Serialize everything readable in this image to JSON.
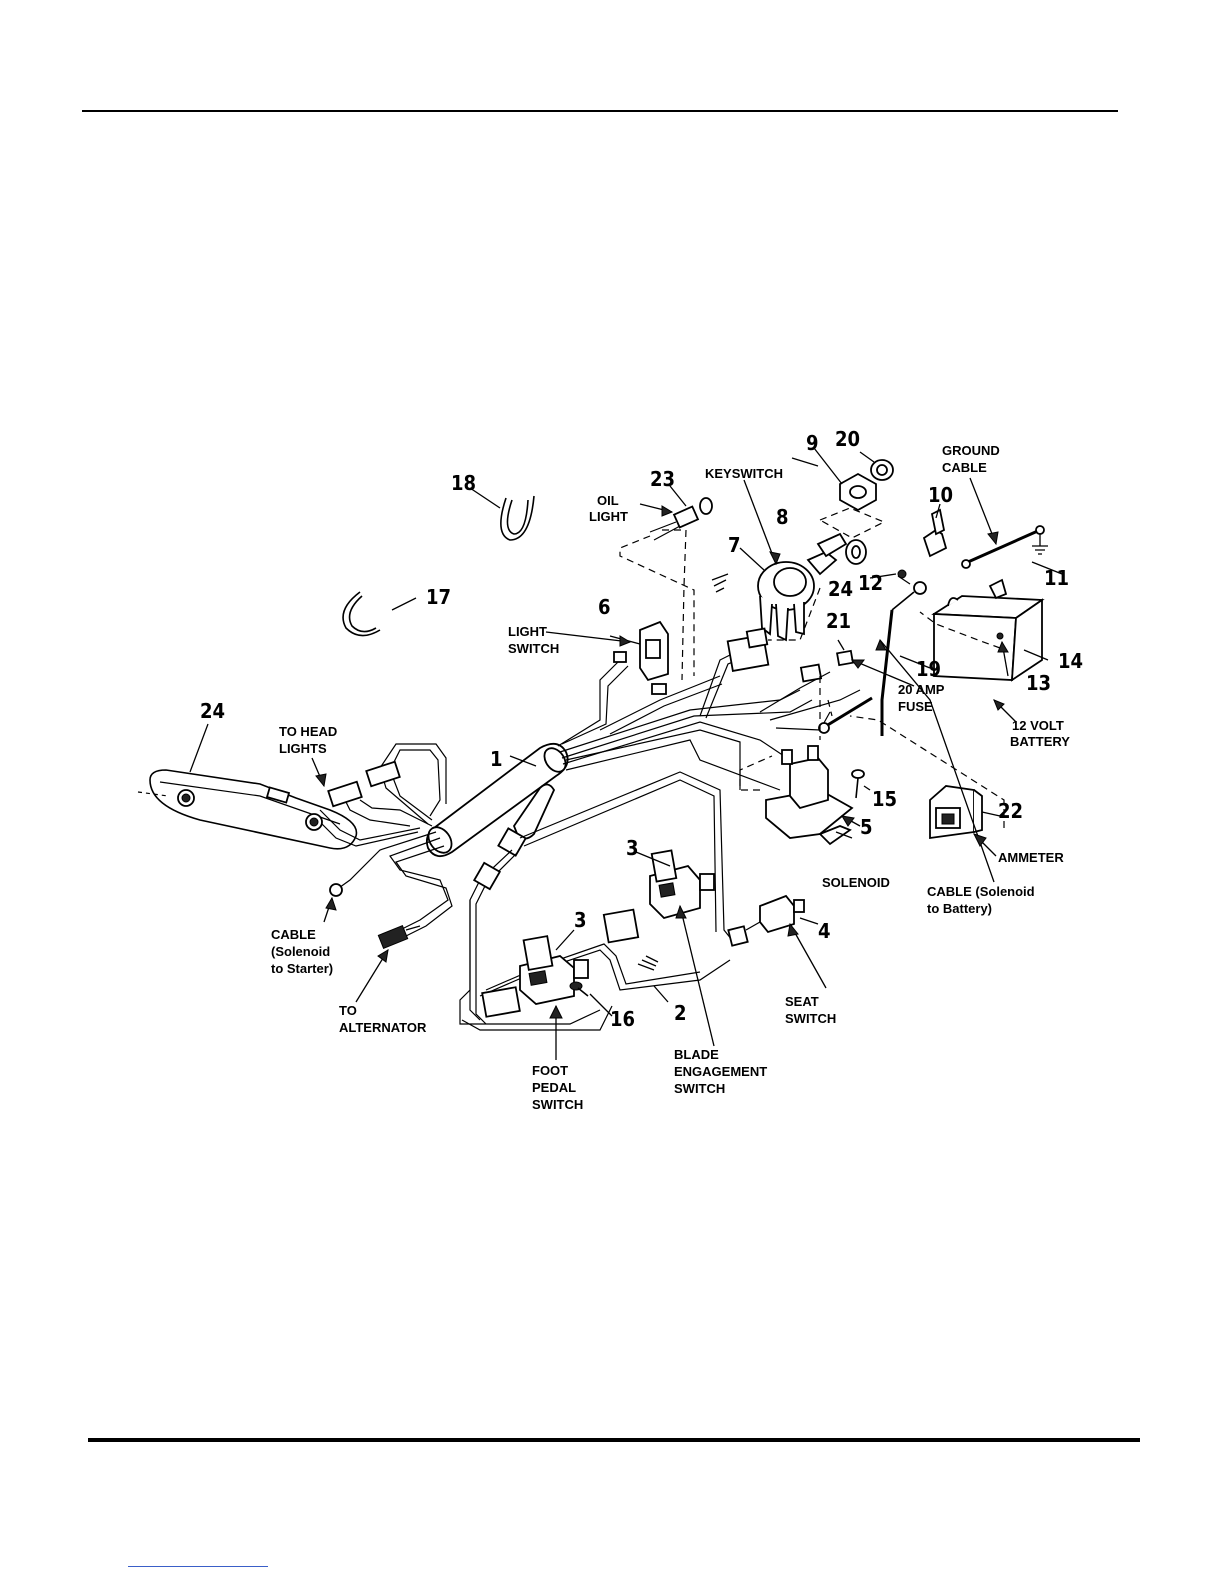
{
  "labels": {
    "ground_cable": [
      "GROUND",
      "CABLE"
    ],
    "keyswitch": [
      "KEYSWITCH"
    ],
    "oil_light": [
      "OIL",
      "LIGHT"
    ],
    "light_switch": [
      "LIGHT",
      "SWITCH"
    ],
    "to_head_lights": [
      "TO HEAD",
      "LIGHTS"
    ],
    "fuse": [
      "20 AMP",
      "FUSE"
    ],
    "battery": [
      "12 VOLT",
      "BATTERY"
    ],
    "ammeter": [
      "AMMETER"
    ],
    "solenoid": [
      "SOLENOID"
    ],
    "cable_solenoid_battery": [
      "CABLE (Solenoid",
      "to Battery)"
    ],
    "cable_solenoid_starter": [
      "CABLE",
      "(Solenoid",
      "to Starter)"
    ],
    "to_alternator": [
      "TO",
      "ALTERNATOR"
    ],
    "seat_switch": [
      "SEAT",
      "SWITCH"
    ],
    "foot_pedal_switch": [
      "FOOT",
      "PEDAL",
      "SWITCH"
    ],
    "blade_engagement_switch": [
      "BLADE",
      "ENGAGEMENT",
      "SWITCH"
    ]
  },
  "callouts": {
    "n1": "1",
    "n2": "2",
    "n3a": "3",
    "n3b": "3",
    "n4": "4",
    "n5": "5",
    "n6": "6",
    "n7": "7",
    "n8": "8",
    "n9": "9",
    "n10": "10",
    "n11": "11",
    "n12": "12",
    "n13": "13",
    "n14": "14",
    "n15": "15",
    "n16": "16",
    "n17": "17",
    "n18": "18",
    "n19": "19",
    "n20": "20",
    "n21": "21",
    "n22": "22",
    "n23": "23",
    "n24a": "24",
    "n24b": "24"
  }
}
